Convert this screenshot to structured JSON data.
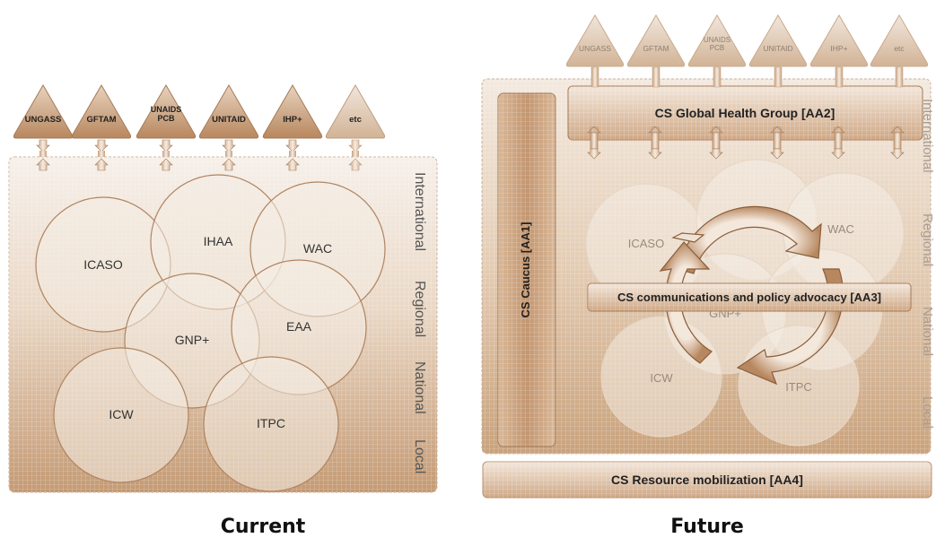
{
  "stakeholders": [
    "UNGASS",
    "GFTAM",
    "UNAIDS PCB",
    "UNITAID",
    "IHP+",
    "etc"
  ],
  "current": {
    "caption": "Current",
    "levels": [
      "International",
      "Regional",
      "National",
      "Local"
    ],
    "organizations": [
      "ICASO",
      "IHAA",
      "WAC",
      "GNP+",
      "EAA",
      "ICW",
      "ITPC"
    ]
  },
  "future": {
    "caption": "Future",
    "levels": [
      "International",
      "Regional",
      "National",
      "Local"
    ],
    "organizations": [
      "ICASO",
      "WAC",
      "GNP+",
      "ICW",
      "ITPC"
    ],
    "global_group": "CS Global Health Group [AA2]",
    "caucus": "CS Caucus [AA1]",
    "communications": "CS communications and policy advocacy [AA3]",
    "resource": "CS Resource mobilization [AA4]"
  },
  "colors": {
    "brown": "#b08460",
    "light": "#f3ebe2",
    "dark": "#7a5535"
  }
}
